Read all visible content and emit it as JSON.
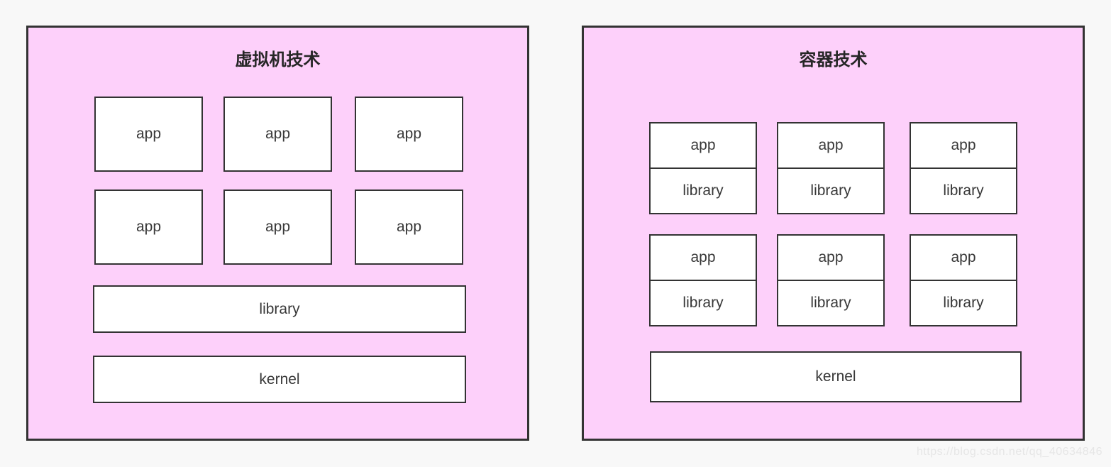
{
  "colors": {
    "page_background": "#f8f8f8",
    "panel_fill": "#fdd0fa",
    "panel_border": "#333333",
    "box_fill": "#ffffff",
    "box_border": "#333333",
    "title_text": "#262626",
    "label_text": "#383838",
    "watermark_text": "#e6e6e6"
  },
  "vm_panel": {
    "title": "虚拟机技术",
    "apps": [
      "app",
      "app",
      "app",
      "app",
      "app",
      "app"
    ],
    "library": "library",
    "kernel": "kernel"
  },
  "container_panel": {
    "title": "容器技术",
    "pairs": [
      {
        "app": "app",
        "library": "library"
      },
      {
        "app": "app",
        "library": "library"
      },
      {
        "app": "app",
        "library": "library"
      },
      {
        "app": "app",
        "library": "library"
      },
      {
        "app": "app",
        "library": "library"
      },
      {
        "app": "app",
        "library": "library"
      }
    ],
    "kernel": "kernel"
  },
  "watermark": {
    "text": "https://blog.csdn.net/qq_40634846"
  }
}
